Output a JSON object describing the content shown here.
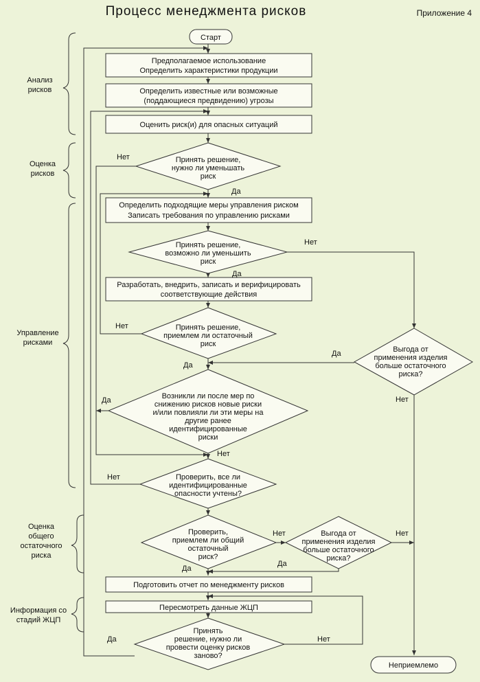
{
  "header": {
    "title": "Процесс менеджмента рисков",
    "appendix": "Приложение 4"
  },
  "sections": {
    "analysis": [
      "Анализ",
      "рисков"
    ],
    "evaluation": [
      "Оценка",
      "рисков"
    ],
    "control": [
      "Управление",
      "рисками"
    ],
    "residual": [
      "Оценка",
      "общего",
      "остаточного",
      "риска"
    ],
    "info": [
      "Информация со",
      "стадий ЖЦП"
    ]
  },
  "nodes": {
    "start": [
      "Старт"
    ],
    "b1": [
      "Предполагаемое использование",
      "Определить характеристики продукции"
    ],
    "b2": [
      "Определить известные или возможные",
      "(поддающиеся предвидению) угрозы"
    ],
    "b3": [
      "Оценить риск(и) для опасных ситуаций"
    ],
    "d1": [
      "Принять решение,",
      "нужно ли уменьшать",
      "риск"
    ],
    "b4": [
      "Определить подходящие меры управления риском",
      "Записать требования по управлению рисками"
    ],
    "d2": [
      "Принять решение,",
      "возможно ли уменьшить",
      "риск"
    ],
    "b5": [
      "Разработать, внедрить, записать и верифицировать",
      "соответствующие действия"
    ],
    "d3": [
      "Принять решение,",
      "приемлем ли остаточный",
      "риск"
    ],
    "d4": [
      "Выгода от",
      "применения изделия",
      "больше остаточного",
      "риска?"
    ],
    "d5": [
      "Возникли ли после мер по",
      "снижению рисков новые риски",
      "и/или повлияли ли эти меры на",
      "другие ранее",
      "идентифицированные",
      "риски"
    ],
    "d6": [
      "Проверить, все ли",
      "идентифицированные",
      "опасности учтены?"
    ],
    "d7": [
      "Проверить,",
      "приемлем ли общий",
      "остаточный",
      "риск?"
    ],
    "d8": [
      "Выгода от",
      "применения изделия",
      "больше остаточного",
      "риска?"
    ],
    "b6": [
      "Подготовить отчет по менеджменту рисков"
    ],
    "b7": [
      "Пересмотреть данные ЖЦП"
    ],
    "d9": [
      "Принять",
      "решение, нужно ли",
      "провести оценку рисков",
      "заново?"
    ],
    "end": [
      "Неприемлемо"
    ]
  },
  "edge_labels": {
    "d1_no": "Нет",
    "d1_yes": "Да",
    "d2_no": "Нет",
    "d2_yes": "Да",
    "d3_no": "Нет",
    "d3_yes": "Да",
    "d4_yes": "Да",
    "d4_no": "Нет",
    "d5_yes": "Да",
    "d5_no": "Нет",
    "d6_no": "Нет",
    "d7_no": "Нет",
    "d7_yes": "Да",
    "d8_yes": "Да",
    "d8_no": "Нет",
    "d9_yes": "Да",
    "d9_no": "Нет"
  }
}
